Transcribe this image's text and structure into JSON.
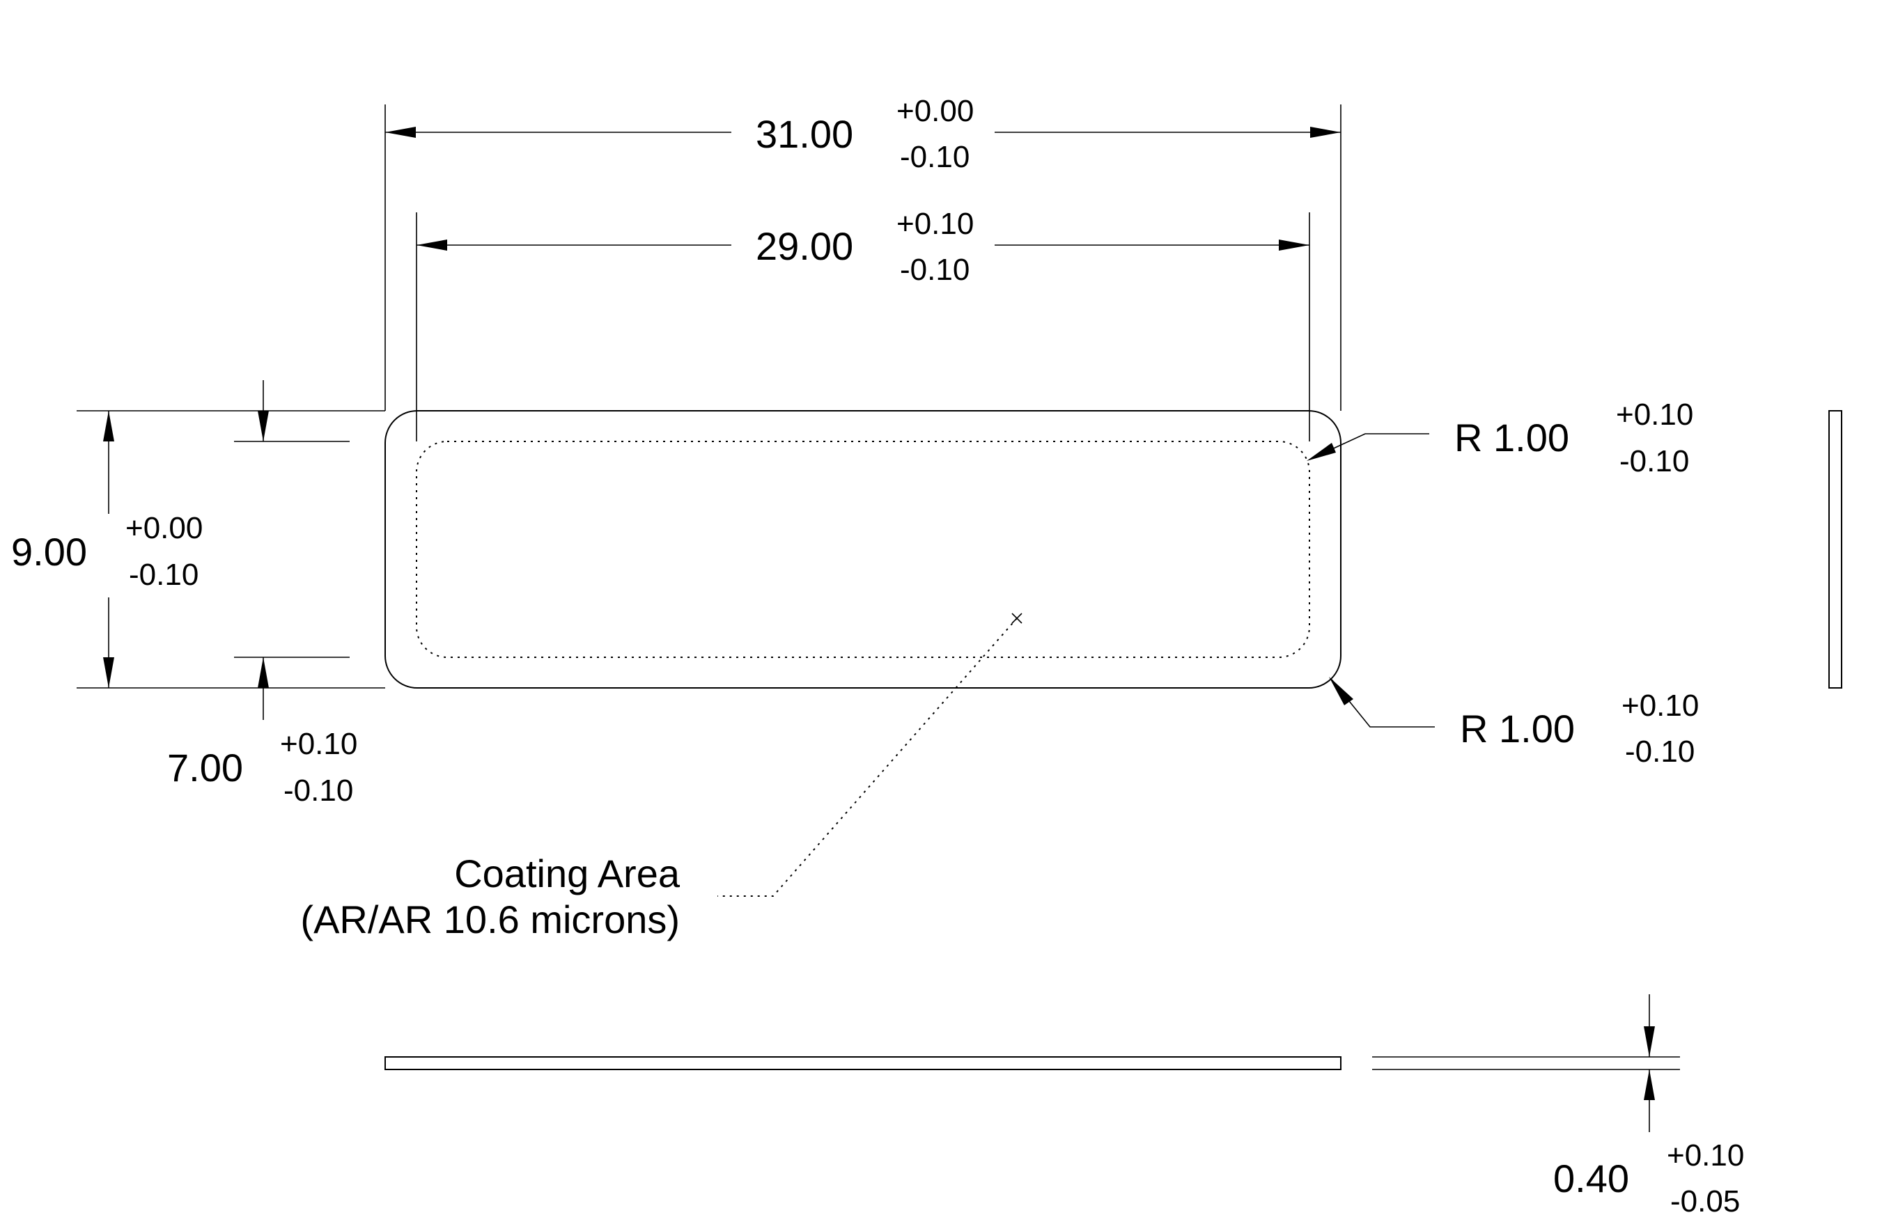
{
  "dimensions": {
    "overall_length": {
      "value": "31.00",
      "tol_plus": "+0.00",
      "tol_minus": "-0.10"
    },
    "inner_length": {
      "value": "29.00",
      "tol_plus": "+0.10",
      "tol_minus": "-0.10"
    },
    "overall_width": {
      "value": "9.00",
      "tol_plus": "+0.00",
      "tol_minus": "-0.10"
    },
    "inner_width": {
      "value": "7.00",
      "tol_plus": "+0.10",
      "tol_minus": "-0.10"
    },
    "radius_top": {
      "value": "R 1.00",
      "tol_plus": "+0.10",
      "tol_minus": "-0.10"
    },
    "radius_bottom": {
      "value": "R 1.00",
      "tol_plus": "+0.10",
      "tol_minus": "-0.10"
    },
    "thickness": {
      "value": "0.40",
      "tol_plus": "+0.10",
      "tol_minus": "-0.05"
    }
  },
  "notes": {
    "coating_line1": "Coating Area",
    "coating_line2": "(AR/AR 10.6 microns)"
  },
  "colors": {
    "line": "#000000",
    "background": "#ffffff"
  }
}
